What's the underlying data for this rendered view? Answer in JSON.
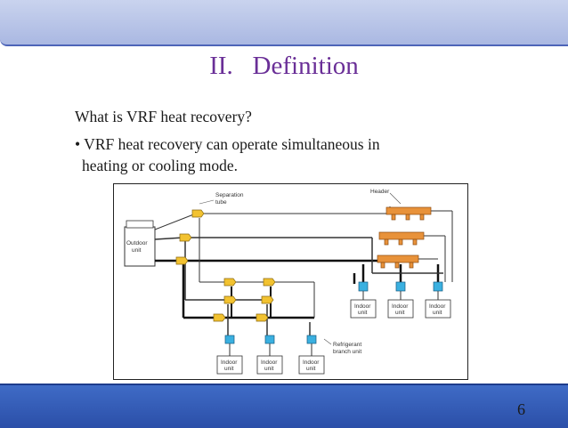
{
  "slide": {
    "title": "II.   Definition",
    "question": "What is VRF heat recovery?",
    "bullet_line1": "• VRF heat recovery can operate simultaneous in",
    "bullet_line2": "heating or cooling mode.",
    "page_number": "6"
  },
  "diagram": {
    "labels": {
      "separation_1": "Separation",
      "separation_2": "tube",
      "header": "Header",
      "outdoor_1": "Outdoor",
      "outdoor_2": "unit",
      "indoor_1": "Indoor",
      "indoor_2": "unit",
      "refrigerant_1": "Refrigerant",
      "refrigerant_2": "branch unit"
    },
    "colors": {
      "tube": "#f2c230",
      "header": "#e8923a",
      "unit": "#3ab0e0"
    }
  }
}
